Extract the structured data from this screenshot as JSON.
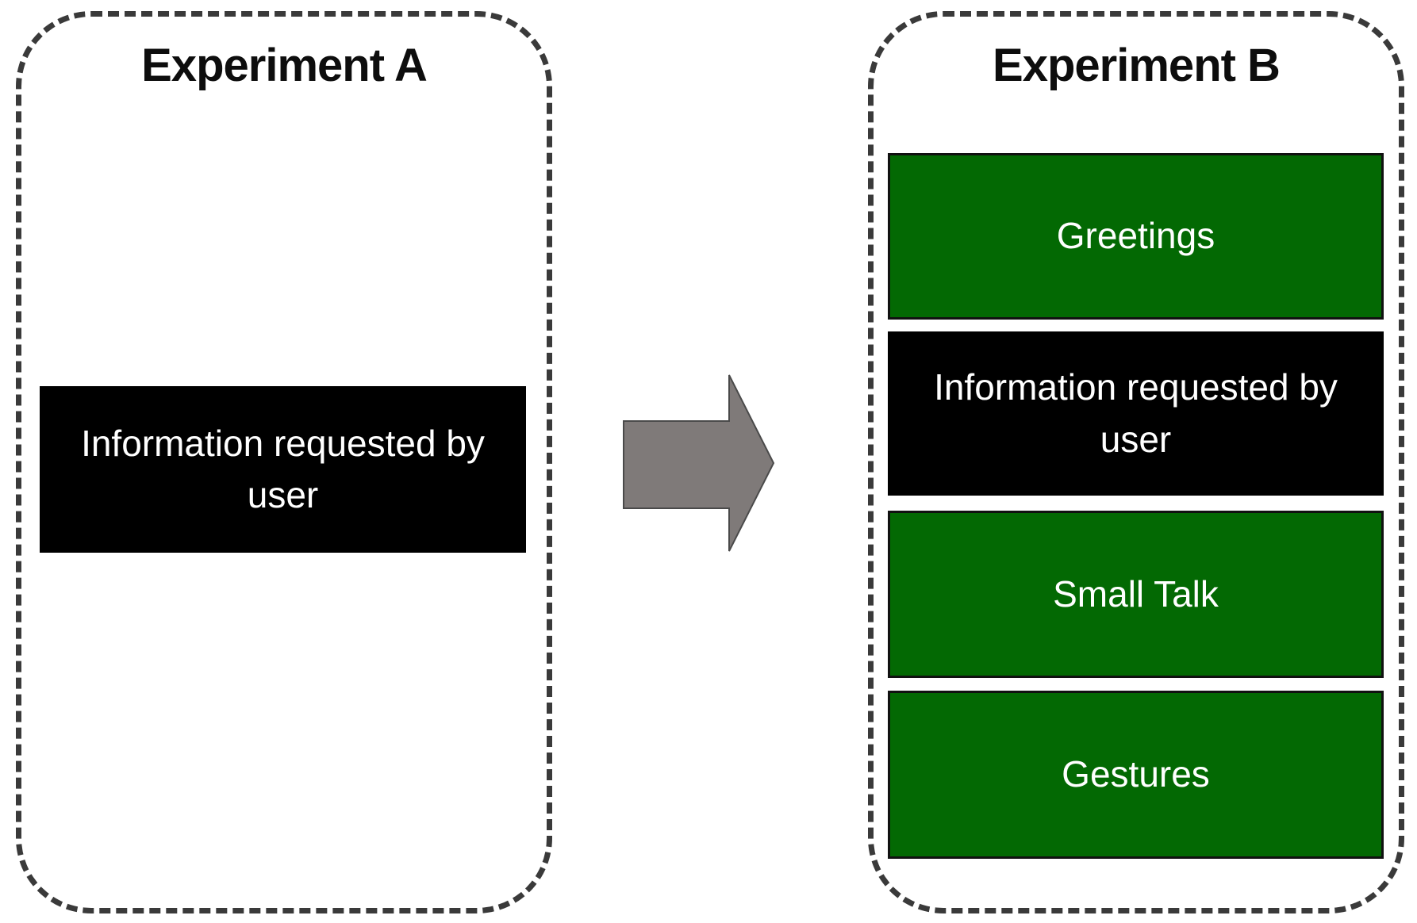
{
  "diagram": {
    "panels": [
      {
        "title": "Experiment A",
        "boxes": [
          {
            "label": "Information requested by user",
            "type": "black"
          }
        ]
      },
      {
        "title": "Experiment B",
        "boxes": [
          {
            "label": "Greetings",
            "type": "green"
          },
          {
            "label": "Information requested by user",
            "type": "black"
          },
          {
            "label": "Small Talk",
            "type": "green"
          },
          {
            "label": "Gestures",
            "type": "green"
          }
        ]
      }
    ],
    "arrow": {
      "name": "right-arrow",
      "direction": "right"
    },
    "colors": {
      "green_fill": "#036903",
      "black_fill": "#000000",
      "arrow_fill": "#7f7a79",
      "arrow_stroke": "#4a4a4a",
      "dash_border": "#3a3a3a",
      "title_text": "#0d0d0d",
      "text_on_dark": "#ffffff"
    }
  }
}
